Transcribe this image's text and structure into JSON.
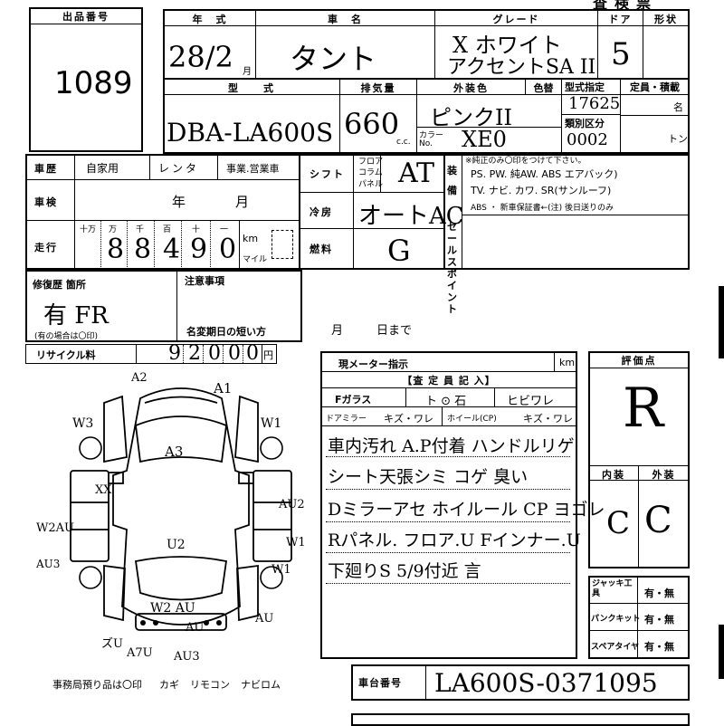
{
  "header": {
    "lot_label": "出品番号",
    "lot_number": "1089",
    "year_label": "年　式",
    "car_name_label": "車　名",
    "grade_label": "グレード",
    "door_label": "ドア",
    "shape_label": "形状",
    "top_title": "査検票"
  },
  "vehicle": {
    "year_value": "28/2",
    "year_unit": "月",
    "car_name": "タント",
    "grade_line1": "X ホワイト",
    "grade_line2": "アクセントSA II",
    "doors": "5",
    "model_label": "型　　式",
    "model_value": "DBA-LA600S",
    "displacement_label": "排気量",
    "displacement_value": "660",
    "displacement_unit": "c.c.",
    "exterior_color_label": "外装色",
    "color_change_label": "色替",
    "exterior_color_value": "ピンクII",
    "color_no_label": "カラーNo.",
    "color_no_value": "XE0",
    "type_designation_label": "型式指定",
    "type_designation_value": "17625",
    "category_no_label": "類別区分",
    "category_no_value": "0002",
    "capacity_label": "定員・積載",
    "capacity_unit_people": "名",
    "capacity_unit_ton": "トン"
  },
  "history": {
    "history_label": "車歴",
    "history_options": "自家用",
    "rental_label": "レンタ",
    "business_label": "事業.営業車",
    "inspection_label": "車検",
    "inspection_year": "年",
    "inspection_month": "月",
    "mileage_label": "走行",
    "digit_labels": [
      "十万",
      "万",
      "千",
      "百",
      "十",
      "一"
    ],
    "mileage_digits": [
      "",
      "8",
      "8",
      "4",
      "9",
      "0"
    ],
    "km_label": "km",
    "mile_label": "マイル"
  },
  "equipment": {
    "shift_label": "シフト",
    "shift_options": [
      "フロア",
      "コラム",
      "パネル"
    ],
    "shift_value": "AT",
    "ac_label": "冷房",
    "ac_value": "オートAC",
    "fuel_label": "燃料",
    "fuel_value": "G",
    "equip_label": "装備",
    "sales_point_label": "セールスポイント",
    "equip_note": "※純正のみ〇印をつけて下さい。",
    "equip_line1": "PS. PW. 純AW. ABS エアバック)",
    "equip_line2": "TV. ナビ. カワ. SR(サンルーフ)",
    "equip_line3": "ABS ・ 新車保証書←(注) 後日送りのみ"
  },
  "repair": {
    "repair_label": "修復歴 箇所",
    "repair_value": "有 FR",
    "repair_note": "(有の場合は〇印)",
    "caution_label": "注意事項",
    "name_change_label": "名変期日の短い方",
    "month_label": "月",
    "day_label": "日まで",
    "recycle_label": "リサイクル料",
    "recycle_digits": [
      "9",
      "2",
      "0",
      "0",
      "0"
    ],
    "yen_label": "円"
  },
  "diagram": {
    "labels": [
      "A2",
      "A1",
      "W3",
      "W1",
      "A3",
      "XX",
      "AU2",
      "W2AU",
      "AU3",
      "U2",
      "W1",
      "W1",
      "W2 AU",
      "AU",
      "AU",
      "ズU",
      "A7U",
      "AU3"
    ],
    "footer_note": "事務局預り品は〇印",
    "items": [
      "カギ",
      "リモコン",
      "ナビロム"
    ]
  },
  "meter": {
    "label": "現メーター指示",
    "unit": "km",
    "inspector_label": "【査 定 員 記 入】",
    "fglass_label": "Fガラス",
    "fglass_options": "ト ⊙ 石",
    "crack_label": "ヒビワレ",
    "mirror_label": "ドアミラー",
    "mirror_options": "キズ・ワレ",
    "wheel_label": "ホイール(CP)",
    "wheel_options": "キズ・ワレ"
  },
  "notes": [
    "車内汚れ A.P付着 ハンドルリゲ",
    "シート天張シミ コゲ 臭い",
    "Dミラーアセ ホイルール CP ヨゴレ",
    "Rパネル. フロア.U Fインナー.U",
    "下廻りS 5/9付近 言"
  ],
  "evaluation": {
    "label": "評価点",
    "score": "R",
    "interior_label": "内装",
    "exterior_label": "外装",
    "interior_value": "C",
    "exterior_value": "C",
    "jack_label": "ジャッキ工具",
    "puncture_label": "パンクキット",
    "spare_label": "スペアタイヤ",
    "yes_no": "有・無"
  },
  "chassis": {
    "label": "車台番号",
    "value": "LA600S-0371095"
  }
}
